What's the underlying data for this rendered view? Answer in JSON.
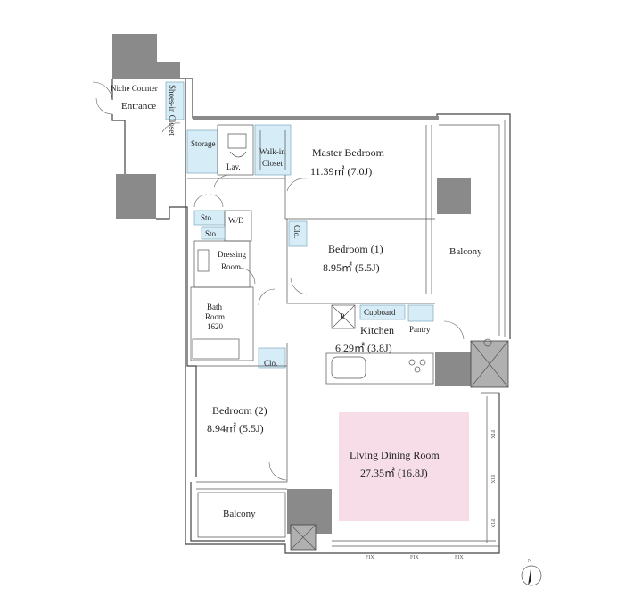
{
  "rooms": {
    "niche_counter": "Niche Counter",
    "entrance": "Entrance",
    "shoes_in_closet": "Shoes-in Closet",
    "storage": "Storage",
    "lav": "Lav.",
    "walk_in_closet_1": "Walk-in",
    "walk_in_closet_2": "Closet",
    "master_bedroom": "Master Bedroom",
    "master_bedroom_area": "11.39㎡ (7.0J)",
    "sto1": "Sto.",
    "wd": "W/D",
    "sto2": "Sto.",
    "dressing_room_1": "Dressing",
    "dressing_room_2": "Room",
    "clo1": "Clo.",
    "bedroom1": "Bedroom (1)",
    "bedroom1_area": "8.95㎡ (5.5J)",
    "balcony_right": "Balcony",
    "bath_room_1": "Bath",
    "bath_room_2": "Room",
    "bath_room_3": "1620",
    "r_mark": "R",
    "cupboard": "Cupboard",
    "pantry": "Pantry",
    "kitchen": "Kitchen",
    "kitchen_area": "6.29㎡ (3.8J)",
    "clo2": "Clo.",
    "bedroom2": "Bedroom (2)",
    "bedroom2_area": "8.94㎡ (5.5J)",
    "living": "Living Dining Room",
    "living_area": "27.35㎡ (16.8J)",
    "balcony_bottom": "Balcony",
    "fix": "FIX",
    "north": "N"
  },
  "colors": {
    "wall": "#8a8a8a",
    "storage_fill": "#d6ecf6",
    "living_fill": "#f6dde8"
  }
}
